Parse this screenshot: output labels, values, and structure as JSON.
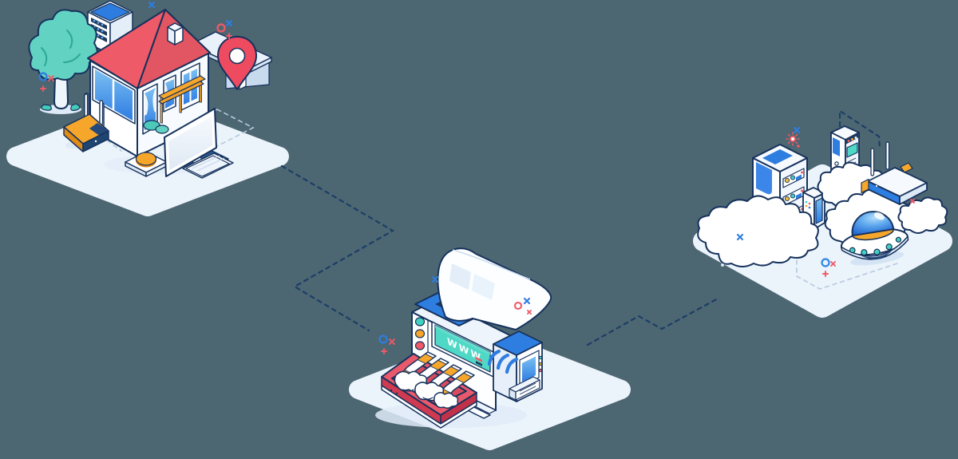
{
  "illustration": {
    "title": "isometric-web-hosting-network",
    "label_www": "WWW",
    "colors": {
      "background": "#4c6672",
      "outline": "#16325c",
      "connector": "#1d3e66",
      "ground_dash": "#b7c9dd",
      "platform": "#ebf3fb",
      "blue": "#2e7de0",
      "teal": "#4fd8c6",
      "tree_green": "#62d2c2",
      "orange": "#f5a62b",
      "red": "#f05a66",
      "roof": "#ef5a68",
      "pin": "#ee4b61",
      "tray": "#e8596b",
      "cloud": "#ffffff"
    },
    "scenes": [
      {
        "id": "home",
        "name": "home-and-workstation",
        "elements": [
          "house",
          "tree",
          "server-tower",
          "wifi-router",
          "desktop-computer",
          "keyboard",
          "power-button-pad",
          "location-pin",
          "garden-table",
          "fence"
        ]
      },
      {
        "id": "web-press",
        "name": "www-printing-machine",
        "elements": [
          "printing-machine",
          "www-screen",
          "paper-sheet",
          "print-ribbons",
          "paper-tray",
          "crumpled-paper",
          "signal-unit"
        ]
      },
      {
        "id": "cloud-hosting",
        "name": "cloud-server-farm",
        "elements": [
          "server-rack",
          "small-server",
          "mini-server-on-cloud",
          "clouds",
          "wifi-router",
          "radar-dome-ufo"
        ]
      }
    ],
    "connections": [
      {
        "from": "home",
        "to": "web-press",
        "style": "dashed-zigzag"
      },
      {
        "from": "web-press",
        "to": "cloud-hosting",
        "style": "dashed-zigzag"
      },
      {
        "from": "mini-server-on-cloud",
        "to": "wifi-router",
        "style": "dashed"
      }
    ]
  }
}
